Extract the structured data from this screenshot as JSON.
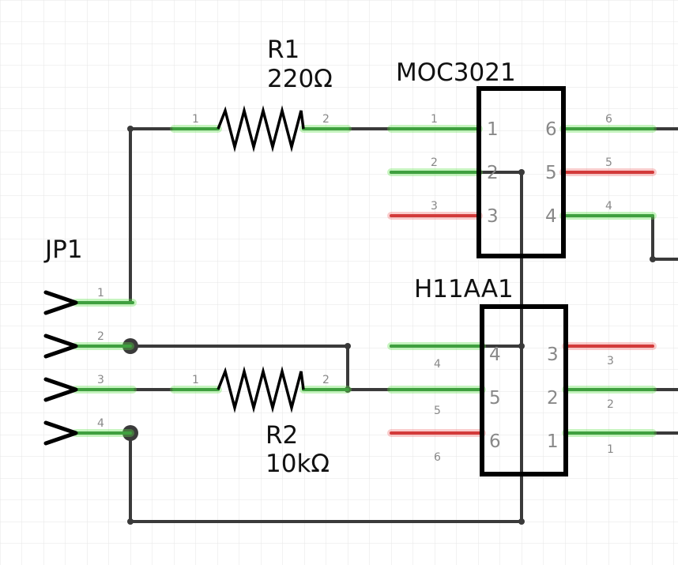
{
  "components": {
    "r1": {
      "ref": "R1",
      "value": "220Ω",
      "pin1": "1",
      "pin2": "2"
    },
    "r2": {
      "ref": "R2",
      "value": "10kΩ",
      "pin1": "1",
      "pin2": "2"
    },
    "moc3021": {
      "ref": "MOC3021",
      "pins_left": [
        "1",
        "2",
        "3"
      ],
      "pins_right": [
        "6",
        "5",
        "4"
      ]
    },
    "h11aa1": {
      "ref": "H11AA1",
      "pins_left": [
        "4",
        "5",
        "6"
      ],
      "pins_right": [
        "3",
        "2",
        "1"
      ]
    },
    "jp1": {
      "ref": "JP1",
      "pins": [
        "1",
        "2",
        "3",
        "4"
      ]
    }
  }
}
